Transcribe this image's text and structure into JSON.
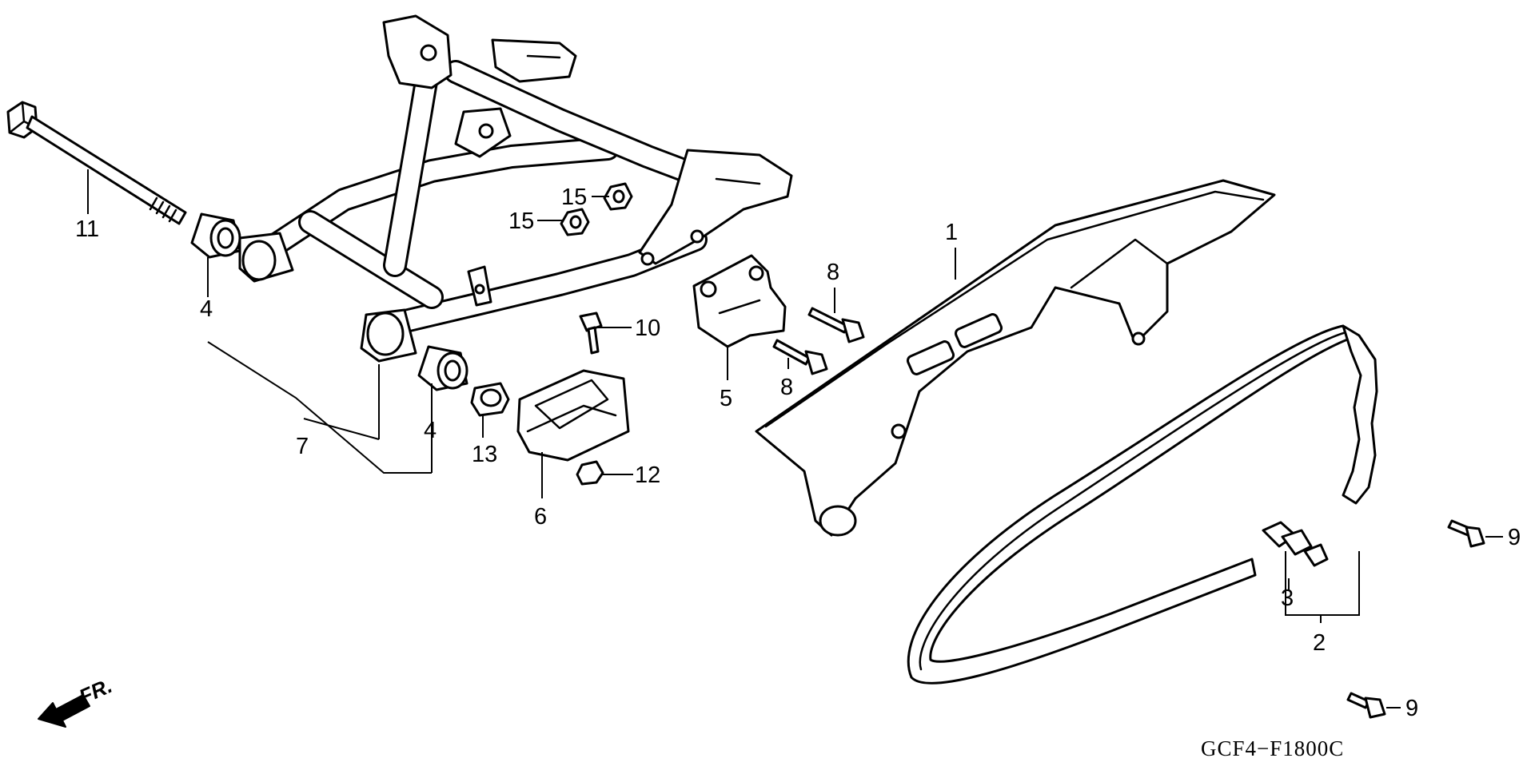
{
  "diagram": {
    "code": "GCF4−F1800C",
    "direction_label": "FR.",
    "callouts": {
      "n1": "1",
      "n2": "2",
      "n3": "3",
      "n4a": "4",
      "n4b": "4",
      "n5": "5",
      "n6": "6",
      "n7": "7",
      "n8a": "8",
      "n8b": "8",
      "n9a": "9",
      "n9b": "9",
      "n10": "10",
      "n11": "11",
      "n12": "12",
      "n13": "13",
      "n15a": "15",
      "n15b": "15"
    }
  }
}
